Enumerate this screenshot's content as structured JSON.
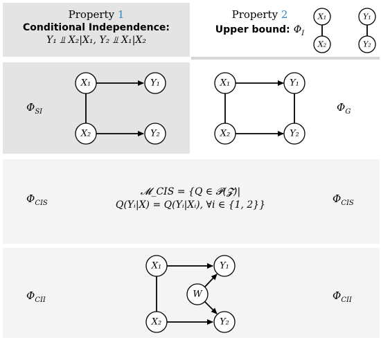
{
  "header": {
    "property1_word": "Property",
    "property1_num": "1",
    "property1_title": "Conditional Independence:",
    "property1_formula": "Y₁ ⫫ X₂|X₁, Y₂ ⫫ X₁|X₂",
    "property2_word": "Property",
    "property2_num": "2",
    "property2_title": "Upper bound:",
    "property2_phi": "Φ",
    "property2_phi_sub": "I"
  },
  "nodes": {
    "x1": "X₁",
    "x2": "X₂",
    "y1": "Y₁",
    "y2": "Y₂",
    "w": "W"
  },
  "labels": {
    "phi_si": "Φ",
    "phi_si_sub": "SI",
    "phi_g": "Φ",
    "phi_g_sub": "G",
    "phi_cis_left": "Φ",
    "phi_cis_left_sub": "CIS",
    "phi_cis_right": "Φ",
    "phi_cis_right_sub": "CIS",
    "phi_cii_left": "Φ",
    "phi_cii_left_sub": "CII",
    "phi_cii_right": "Φ",
    "phi_cii_right_sub": "CII"
  },
  "formula": {
    "line1": "𝓜_CIS = {Q ∈ 𝓟(𝓩)|",
    "line2": "Q(Yᵢ|X) = Q(Yᵢ|Xᵢ), ∀i ∈ {1, 2}}"
  },
  "colors": {
    "accent": "#2e86c1",
    "panel_gray": "#e4e4e4",
    "panel_light": "#f4f4f4"
  }
}
